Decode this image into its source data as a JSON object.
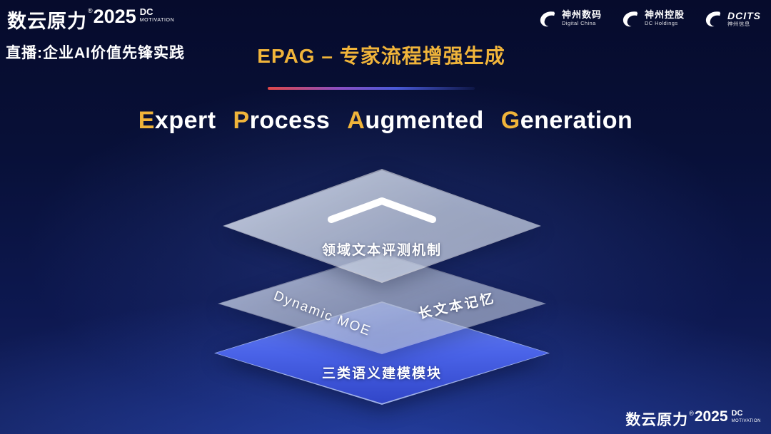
{
  "brand": {
    "name": "数云原力",
    "reg": "®",
    "year": "2025",
    "dc": "DC",
    "motivation": "MOTIVATION"
  },
  "header": {
    "live_label": "直播:企业AI价值先锋实践",
    "title": "EPAG – 专家流程增强生成",
    "partner_logos": [
      {
        "name": "神州数码",
        "sub": "Digital China"
      },
      {
        "name": "神州控股",
        "sub": "DC Holdings"
      },
      {
        "name": "DCITS",
        "sub": "神州信息",
        "style": "italic"
      }
    ]
  },
  "main": {
    "heading": [
      {
        "accent": "E",
        "rest": "xpert"
      },
      {
        "accent": "P",
        "rest": "rocess"
      },
      {
        "accent": "A",
        "rest": "ugmented"
      },
      {
        "accent": "G",
        "rest": "eneration"
      }
    ],
    "diagram": {
      "top_layer": {
        "label": "领域文本评测机制",
        "icon": "chevron-up-icon"
      },
      "middle_layer": {
        "left_label": "Dynamic MOE",
        "right_label": "长文本记忆"
      },
      "bottom_layer": {
        "label": "三类语义建模模块"
      }
    }
  },
  "colors": {
    "accent_gold": "#f0b43a",
    "layer_blue": "#4a63e8",
    "background_navy": "#0a1242",
    "divider_red": "#e04848",
    "divider_blue": "#4a5ad8"
  }
}
